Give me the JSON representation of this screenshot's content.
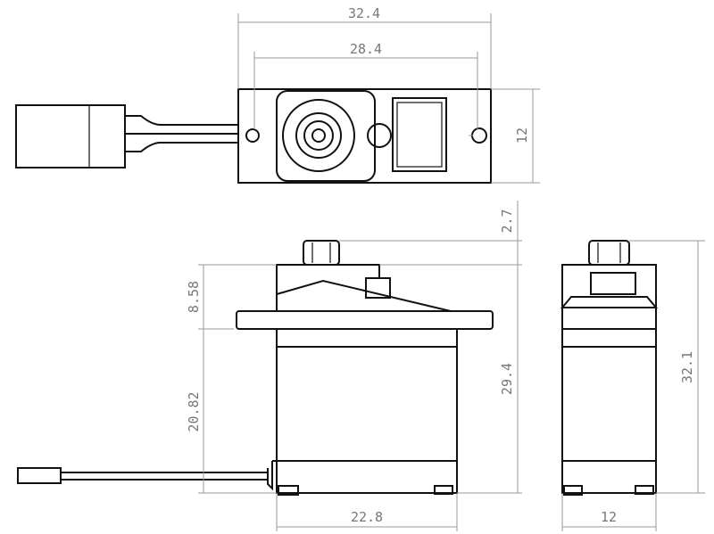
{
  "title": "Servo dimension drawing",
  "top_view": {
    "width_overall": "32.4",
    "hole_spacing": "28.4",
    "depth": "12"
  },
  "front_view": {
    "spline_height": "2.7",
    "top_to_flange": "8.58",
    "flange_to_bottom": "20.82",
    "body_height": "29.4",
    "body_width": "22.8"
  },
  "side_view": {
    "total_height": "32.1",
    "depth": "12"
  },
  "colors": {
    "line": "#111111",
    "dimension": "#999999",
    "label": "#777777"
  }
}
